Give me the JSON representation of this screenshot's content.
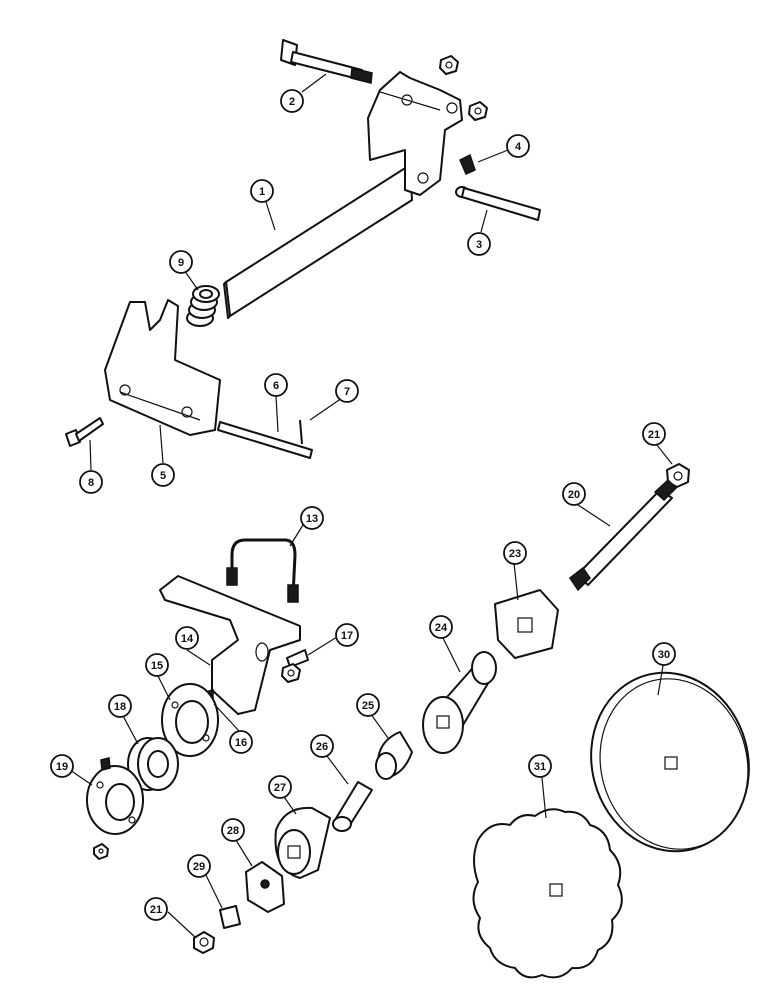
{
  "diagram": {
    "callouts": [
      "1",
      "2",
      "3",
      "4",
      "5",
      "6",
      "7",
      "8",
      "9",
      "13",
      "14",
      "15",
      "16",
      "17",
      "18",
      "19",
      "20",
      "21",
      "23",
      "24",
      "25",
      "26",
      "27",
      "28",
      "29",
      "21",
      "30",
      "31"
    ]
  }
}
